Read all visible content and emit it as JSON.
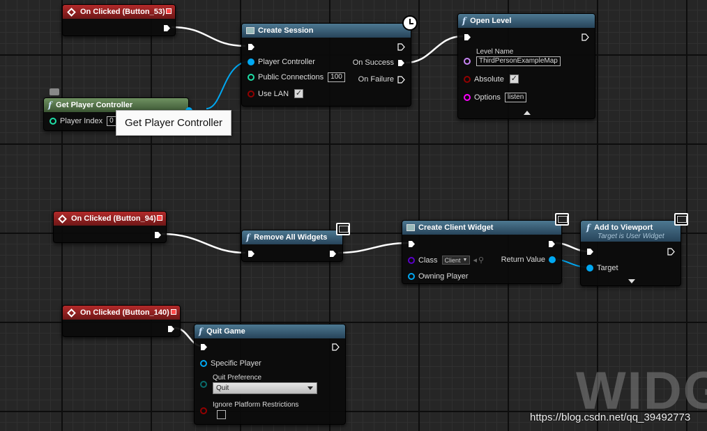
{
  "colors": {
    "exec_pin": "#ffffff",
    "object_pin": "#00a8f2",
    "int_pin": "#1edfa6",
    "bool_pin": "#920101",
    "name_pin": "#c885f5",
    "class_pin": "#5a00c8",
    "string_pin": "#ff00ff",
    "event_header": "#8c1d1d",
    "function_header": "#3b6680",
    "pure_header": "#5a7a4c"
  },
  "nodes": {
    "on_clicked_53": {
      "title": "On Clicked (Button_53)"
    },
    "on_clicked_94": {
      "title": "On Clicked (Button_94)"
    },
    "on_clicked_140": {
      "title": "On Clicked (Button_140)"
    },
    "get_player_controller": {
      "title": "Get Player Controller",
      "player_index_label": "Player Index",
      "player_index_value": "0"
    },
    "create_session": {
      "title": "Create Session",
      "player_controller_label": "Player Controller",
      "public_connections_label": "Public Connections",
      "public_connections_value": "100",
      "use_lan_label": "Use LAN",
      "use_lan_checked": true,
      "on_success_label": "On Success",
      "on_failure_label": "On Failure"
    },
    "open_level": {
      "title": "Open Level",
      "level_name_label": "Level Name",
      "level_name_value": "ThirdPersonExampleMap",
      "absolute_label": "Absolute",
      "absolute_checked": true,
      "options_label": "Options",
      "options_value": "listen"
    },
    "remove_all_widgets": {
      "title": "Remove All Widgets"
    },
    "create_client_widget": {
      "title": "Create Client Widget",
      "class_label": "Class",
      "class_value": "Client",
      "owning_player_label": "Owning Player",
      "return_value_label": "Return Value"
    },
    "add_to_viewport": {
      "title": "Add to Viewport",
      "subtitle": "Target is User Widget",
      "target_label": "Target"
    },
    "quit_game": {
      "title": "Quit Game",
      "specific_player_label": "Specific Player",
      "quit_preference_label": "Quit Preference",
      "quit_preference_value": "Quit",
      "ignore_platform_label": "Ignore Platform Restrictions",
      "ignore_platform_checked": false
    }
  },
  "tooltip": {
    "text": "Get Player Controller"
  },
  "watermark": {
    "text": "WIDGI",
    "url": "https://blog.csdn.net/qq_39492773"
  },
  "icons": {
    "event": "diamond-icon",
    "function": "f-icon",
    "latent": "clock-icon",
    "network": "monitor-icon",
    "comment": "comment-bubble-icon"
  }
}
